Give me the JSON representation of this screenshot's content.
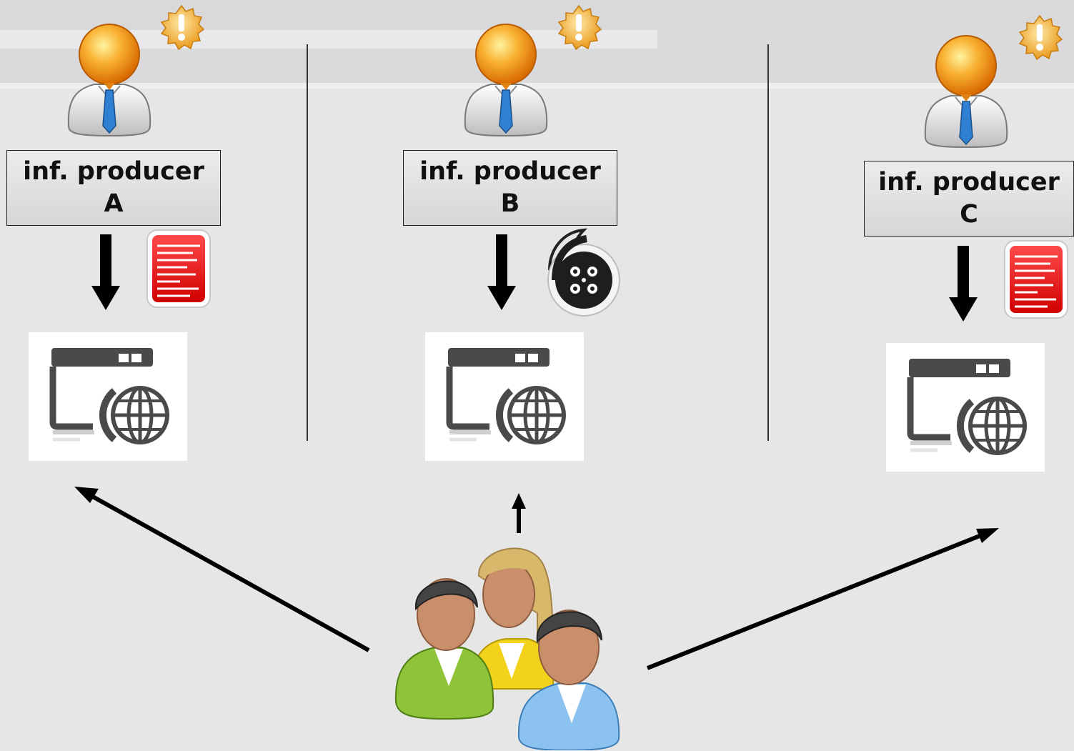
{
  "producers": [
    {
      "id": "A",
      "label": "inf. producer A",
      "content_icon": "document-icon"
    },
    {
      "id": "B",
      "label": "inf. producer B",
      "content_icon": "film-reel-icon"
    },
    {
      "id": "C",
      "label": "inf. producer C",
      "content_icon": "document-icon"
    }
  ],
  "icons": {
    "producer": "person-with-tie-icon",
    "alert": "exclamation-badge-icon",
    "website": "web-browser-globe-icon",
    "consumers": "user-group-icon"
  },
  "colors": {
    "background": "#e6e6e6",
    "arrow": "#000000",
    "document": "#e60000",
    "producer_head": "#f7a01e",
    "tie": "#2f7fd3",
    "alert_badge": "#f2a936"
  }
}
